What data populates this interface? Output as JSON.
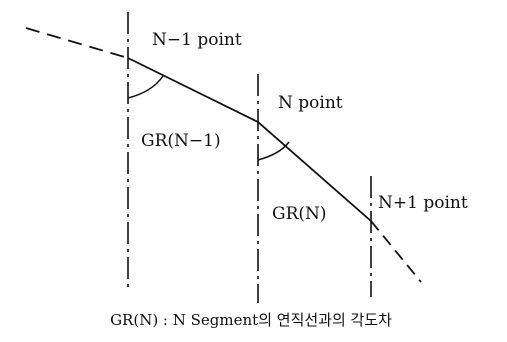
{
  "diagram": {
    "labels": {
      "n_minus_1_point": "N−1 point",
      "n_point": "N point",
      "n_plus_1_point": "N+1 point",
      "gr_n_minus_1": "GR(N−1)",
      "gr_n": "GR(N)"
    },
    "caption": "GR(N) : N Segment의 연직선과의 각도차"
  }
}
